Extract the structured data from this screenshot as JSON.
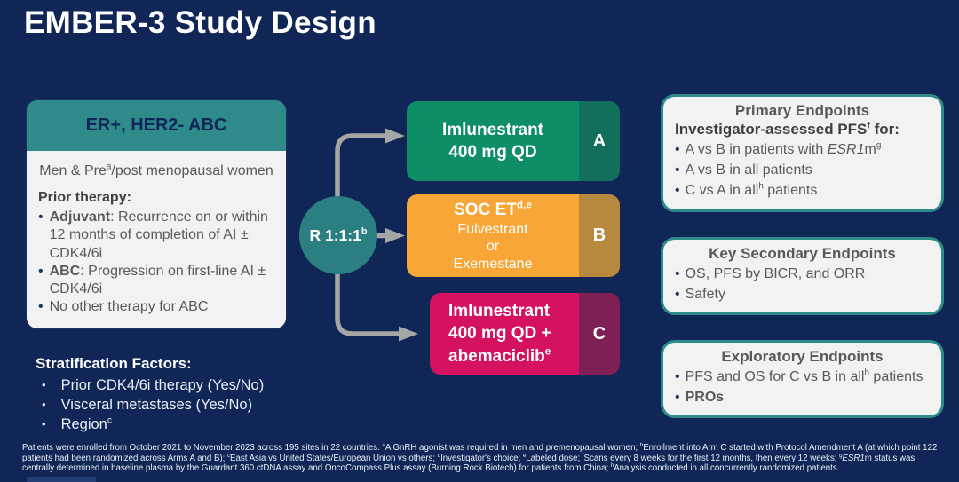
{
  "title": "EMBER-3 Study Design",
  "colors": {
    "background": "#0F2657",
    "teal_header": "#2F8B89",
    "randomization_circle": "#2C7F81",
    "arm_a": "#0D8E67",
    "arm_a_tab": "#116F5A",
    "arm_b": "#F7A637",
    "arm_b_tab": "#B7893F",
    "arm_c": "#D4125F",
    "arm_c_tab": "#7E2056",
    "panel_background": "#F2F2F2",
    "panel_text": "#595959",
    "bullet_dot": "#1F3864",
    "arrow": "#A6A6A6",
    "title_text": "#FFFFFF"
  },
  "population_panel": {
    "header": "ER+, HER2- ABC",
    "intro_parts": [
      {
        "t": "Men & Pre"
      },
      {
        "t": "a",
        "s": "sup"
      },
      {
        "t": "/post menopausal women"
      }
    ],
    "prior_therapy_label_parts": [
      {
        "t": "Prior therapy:",
        "s": "b"
      }
    ],
    "bullets": [
      {
        "parts": [
          {
            "t": "Adjuvant",
            "s": "b"
          },
          {
            "t": ": Recurrence on or within 12 months of completion of AI ± CDK4/6i"
          }
        ]
      },
      {
        "parts": [
          {
            "t": "ABC",
            "s": "b"
          },
          {
            "t": ": Progression on first-line AI ± CDK4/6i"
          }
        ]
      },
      {
        "parts": [
          {
            "t": "No other therapy for ABC"
          }
        ]
      }
    ]
  },
  "stratification": {
    "title": "Stratification Factors:",
    "items": [
      {
        "parts": [
          {
            "t": "Prior CDK4/6i therapy (Yes/No)"
          }
        ]
      },
      {
        "parts": [
          {
            "t": "Visceral metastases (Yes/No)"
          }
        ]
      },
      {
        "parts": [
          {
            "t": "Region"
          },
          {
            "t": "c",
            "s": "sup"
          }
        ]
      }
    ]
  },
  "randomization": {
    "label_parts": [
      {
        "t": "R 1:1:1"
      },
      {
        "t": "b",
        "s": "sup"
      }
    ]
  },
  "arms": [
    {
      "letter": "A",
      "lines": [
        {
          "parts": [
            {
              "t": "Imlunestrant"
            }
          ]
        },
        {
          "parts": [
            {
              "t": "400 mg QD"
            }
          ]
        }
      ]
    },
    {
      "letter": "B",
      "title_parts": [
        {
          "t": "SOC ET"
        },
        {
          "t": "d,e",
          "s": "sup"
        }
      ],
      "sub_lines": [
        {
          "parts": [
            {
              "t": "Fulvestrant"
            }
          ]
        },
        {
          "parts": [
            {
              "t": "or"
            }
          ]
        },
        {
          "parts": [
            {
              "t": "Exemestane"
            }
          ]
        }
      ]
    },
    {
      "letter": "C",
      "lines": [
        {
          "parts": [
            {
              "t": "Imlunestrant"
            }
          ]
        },
        {
          "parts": [
            {
              "t": "400 mg QD +"
            }
          ]
        },
        {
          "parts": [
            {
              "t": "abemaciclib"
            },
            {
              "t": "e",
              "s": "sup"
            }
          ]
        }
      ]
    }
  ],
  "endpoint_panels": [
    {
      "title": "Primary Endpoints",
      "subtitle_parts": [
        {
          "t": "Investigator-assessed PFS"
        },
        {
          "t": "f",
          "s": "sup"
        },
        {
          "t": " for:"
        }
      ],
      "bullets": [
        {
          "parts": [
            {
              "t": "A vs B in patients with "
            },
            {
              "t": "ESR1",
              "s": "i"
            },
            {
              "t": "m"
            },
            {
              "t": "g",
              "s": "sup"
            }
          ]
        },
        {
          "parts": [
            {
              "t": "A vs B in all patients"
            }
          ]
        },
        {
          "parts": [
            {
              "t": "C vs A in all"
            },
            {
              "t": "h",
              "s": "sup"
            },
            {
              "t": " patients"
            }
          ]
        }
      ]
    },
    {
      "title": "Key Secondary Endpoints",
      "bullets": [
        {
          "parts": [
            {
              "t": "OS, PFS by BICR, and ORR"
            }
          ]
        },
        {
          "parts": [
            {
              "t": "Safety"
            }
          ]
        }
      ]
    },
    {
      "title": "Exploratory Endpoints",
      "bullets": [
        {
          "parts": [
            {
              "t": "PFS and OS for C vs B in all"
            },
            {
              "t": "h",
              "s": "sup"
            },
            {
              "t": " patients"
            }
          ]
        },
        {
          "parts": [
            {
              "t": "PROs",
              "s": "b"
            }
          ]
        }
      ]
    }
  ],
  "footnote_parts": [
    {
      "t": "Patients were enrolled from October 2021 to November 2023 across 195 sites in 22 countries. "
    },
    {
      "t": "a",
      "s": "sup"
    },
    {
      "t": "A GnRH agonist was required in men and premenopausal women; "
    },
    {
      "t": "b",
      "s": "sup"
    },
    {
      "t": "Enrollment into Arm C started with Protocol Amendment A (at which point 122 patients had been randomized across Arms A and B); "
    },
    {
      "t": "c",
      "s": "sup"
    },
    {
      "t": "East Asia vs United States/European Union vs others; "
    },
    {
      "t": "d",
      "s": "sup"
    },
    {
      "t": "Investigator's choice; "
    },
    {
      "t": "e",
      "s": "sup"
    },
    {
      "t": "Labeled dose; "
    },
    {
      "t": "f",
      "s": "sup"
    },
    {
      "t": "Scans every 8 weeks for the first 12 months, then every 12 weeks; "
    },
    {
      "t": "g",
      "s": "sup"
    },
    {
      "t": "ESR1",
      "s": "i"
    },
    {
      "t": "m status was centrally determined in baseline plasma by the Guardant 360 ctDNA assay and OncoCompass Plus assay (Burning Rock Biotech) for patients from China; "
    },
    {
      "t": "h",
      "s": "sup"
    },
    {
      "t": "Analysis conducted in all concurrently randomized patients."
    }
  ]
}
